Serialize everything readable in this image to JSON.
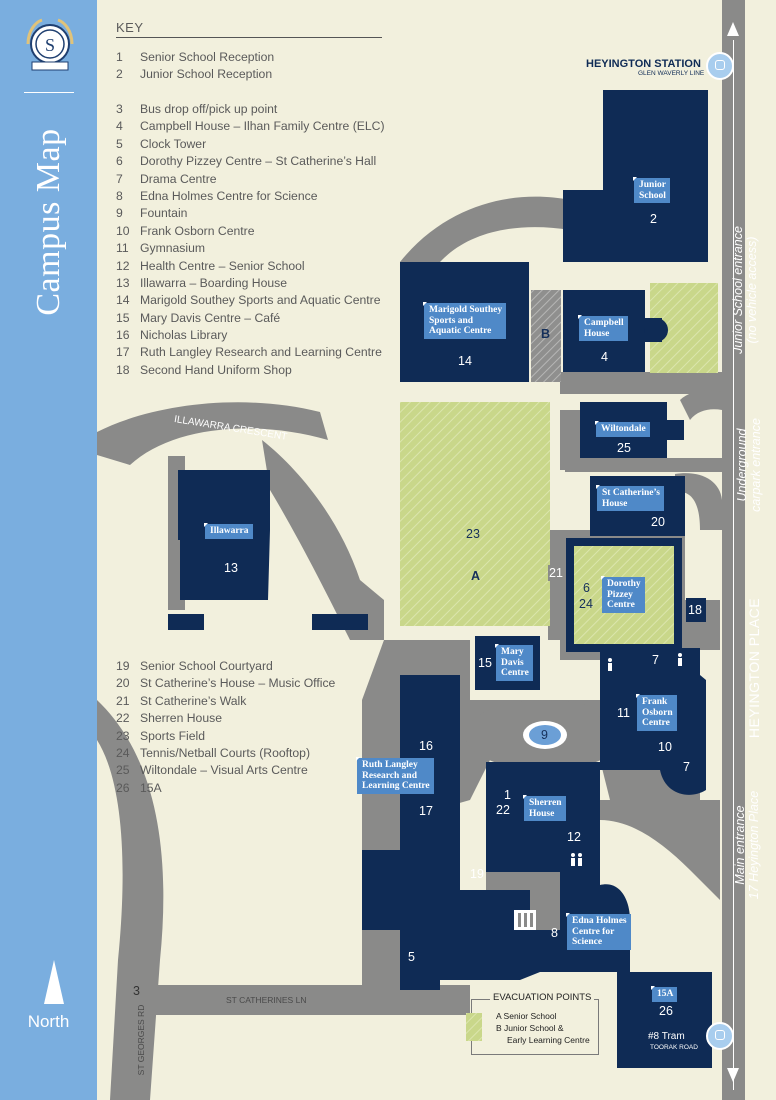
{
  "sidebar": {
    "title": "Campus Map",
    "north_label": "North"
  },
  "legend": {
    "heading": "KEY",
    "group_a": [
      {
        "num": "1",
        "label": "Senior School Reception"
      },
      {
        "num": "2",
        "label": "Junior School Reception"
      }
    ],
    "group_b": [
      {
        "num": "3",
        "label": "Bus drop off/pick up point"
      },
      {
        "num": "4",
        "label": "Campbell House – Ilhan Family Centre (ELC)"
      },
      {
        "num": "5",
        "label": "Clock Tower"
      },
      {
        "num": "6",
        "label": "Dorothy Pizzey Centre – St Catherine’s Hall"
      },
      {
        "num": "7",
        "label": "Drama Centre"
      },
      {
        "num": "8",
        "label": "Edna Holmes Centre for Science"
      },
      {
        "num": "9",
        "label": "Fountain"
      },
      {
        "num": "10",
        "label": "Frank Osborn Centre"
      },
      {
        "num": "11",
        "label": "Gymnasium"
      },
      {
        "num": "12",
        "label": "Health Centre – Senior School"
      },
      {
        "num": "13",
        "label": "Illawarra –  Boarding House"
      },
      {
        "num": "14",
        "label": "Marigold Southey Sports and Aquatic Centre"
      },
      {
        "num": "15",
        "label": "Mary Davis Centre – Café"
      },
      {
        "num": "16",
        "label": "Nicholas Library"
      },
      {
        "num": "17",
        "label": "Ruth Langley Research and Learning Centre"
      },
      {
        "num": "18",
        "label": "Second Hand Uniform Shop"
      }
    ],
    "group_c": [
      {
        "num": "19",
        "label": "Senior School Courtyard"
      },
      {
        "num": "20",
        "label": "St Catherine’s House – Music Office"
      },
      {
        "num": "21",
        "label": "St Catherine’s Walk"
      },
      {
        "num": "22",
        "label": "Sherren House"
      },
      {
        "num": "23",
        "label": "Sports Field"
      },
      {
        "num": "24",
        "label": "Tennis/Netball Courts (Rooftop)"
      },
      {
        "num": "25",
        "label": "Wiltondale – Visual Arts Centre"
      },
      {
        "num": "26",
        "label": "15A"
      }
    ]
  },
  "stations": {
    "heyington": {
      "name": "HEYINGTON STATION",
      "line": "GLEN WAVERLY LINE"
    },
    "tram": {
      "name": "#8 Tram",
      "road": "TOORAK ROAD"
    }
  },
  "streets": {
    "illawarra_crescent": "ILLAWARRA CRESCENT",
    "st_catherines_ln": "ST CATHERINES LN",
    "st_georges_rd": "ST GEORGES RD",
    "heyington_place": "HEYINGTON PLACE"
  },
  "entrances": {
    "junior_line1": "Junior School entrance",
    "junior_line2": "(no vehicle access)",
    "carpark_line1": "Underground",
    "carpark_line2": "carpark entrance",
    "main_line1": "Main entrance",
    "main_line2": "17 Heyington Place"
  },
  "buildings": {
    "junior_school": {
      "name_line1": "Junior",
      "name_line2": "School",
      "number": "2"
    },
    "marigold": {
      "name_line1": "Marigold Southey",
      "name_line2": "Sports and",
      "name_line3": "Aquatic Centre",
      "number": "14"
    },
    "campbell": {
      "name_line1": "Campbell",
      "name_line2": "House",
      "number": "4"
    },
    "wiltondale": {
      "name": "Wiltondale",
      "number": "25"
    },
    "st_catherines": {
      "name_line1": "St Catherine’s",
      "name_line2": "House",
      "number": "20"
    },
    "illawarra": {
      "name": "Illawarra",
      "number": "13"
    },
    "dorothy": {
      "name_line1": "Dorothy",
      "name_line2": "Pizzey",
      "name_line3": "Centre",
      "number_a": "6",
      "number_b": "24"
    },
    "mary_davis": {
      "name_line1": "Mary",
      "name_line2": "Davis",
      "name_line3": "Centre",
      "number": "15"
    },
    "frank_osborn": {
      "name_line1": "Frank",
      "name_line2": "Osborn",
      "name_line3": "Centre",
      "number_a": "11",
      "number_b": "10"
    },
    "ruth_langley": {
      "name_line1": "Ruth Langley",
      "name_line2": "Research and",
      "name_line3": "Learning Centre",
      "number_a": "16",
      "number_b": "17"
    },
    "sherren": {
      "name_line1": "Sherren",
      "name_line2": "House",
      "number_a": "1",
      "number_b": "22",
      "number_c": "12"
    },
    "edna_holmes": {
      "name_line1": "Edna Holmes",
      "name_line2": "Centre for",
      "name_line3": "Science",
      "number": "8"
    },
    "fifteen_a": {
      "name": "15A",
      "number": "26"
    }
  },
  "markers": {
    "bus": "3",
    "clock_tower": "5",
    "fountain": "9",
    "courtyard": "19",
    "walk": "21",
    "sports_field": "23",
    "uniform_shop": "18",
    "drama_a": "7",
    "drama_b": "7",
    "evac_a": "A",
    "evac_b": "B"
  },
  "evacuation": {
    "title": "EVACUATION POINTS",
    "a_label": "A  Senior School",
    "b_label_line1": "B  Junior School &",
    "b_label_line2": "Early Learning Centre"
  },
  "icons": [
    "school-crest-icon",
    "north-arrow-icon",
    "train-icon",
    "tram-icon",
    "toilet-icon",
    "stairs-icon"
  ],
  "colors": {
    "sidebar": "#7aaedf",
    "background": "#f2f0dd",
    "building": "#0f2b55",
    "road": "#8a8a89",
    "grass": "#c9d78a",
    "name_tag": "#4f89c8"
  }
}
